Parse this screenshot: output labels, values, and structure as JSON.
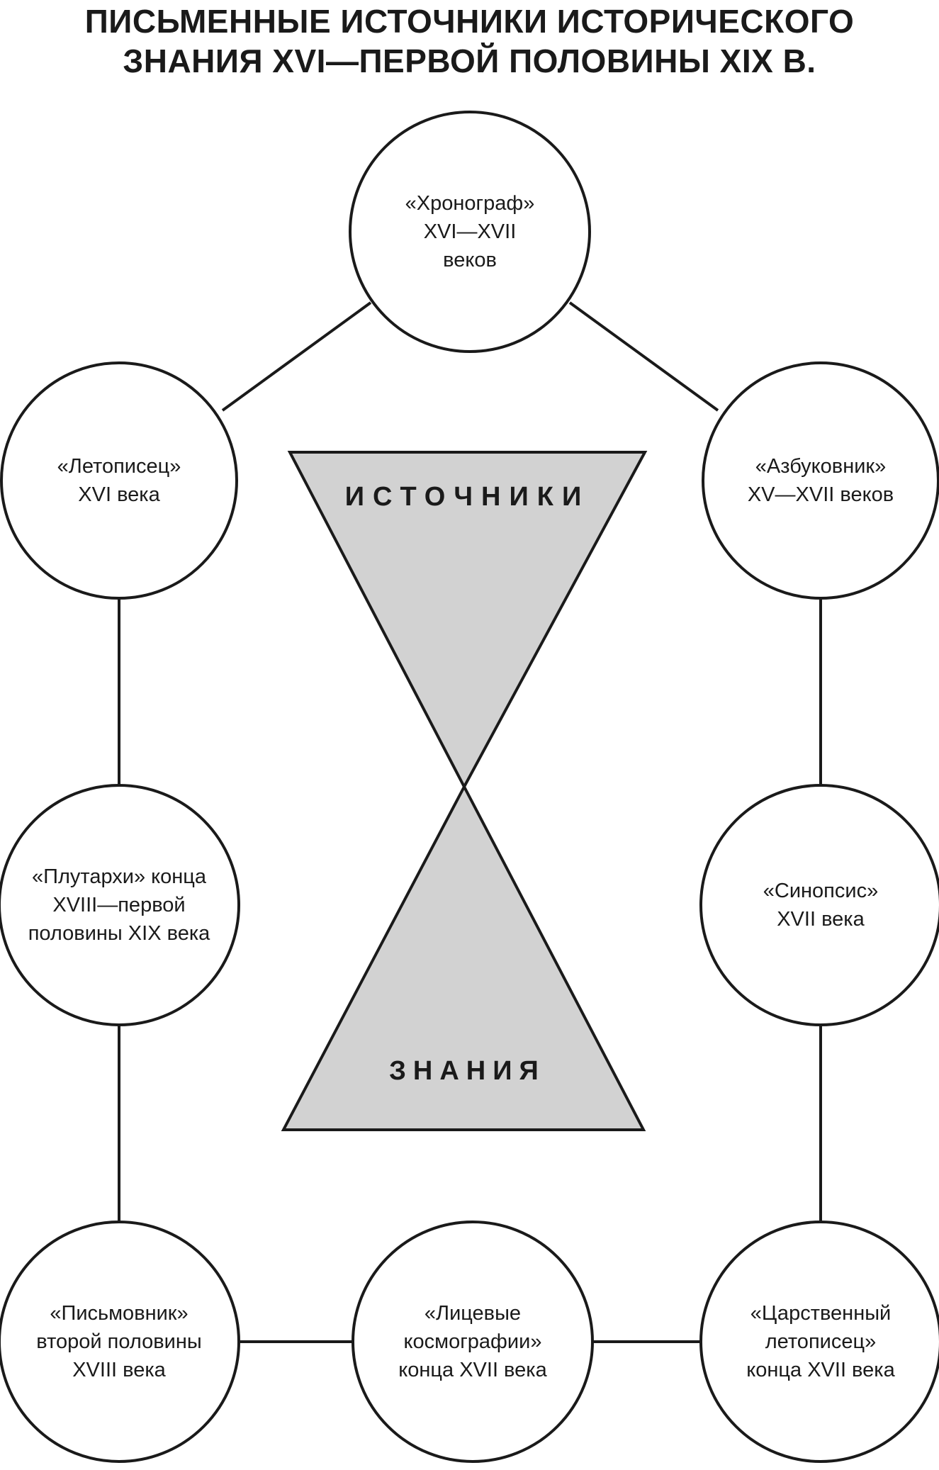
{
  "title": {
    "line1": "ПИСЬМЕННЫЕ ИСТОЧНИКИ ИСТОРИЧЕСКОГО",
    "line2": "ЗНАНИЯ XVI—ПЕРВОЙ ПОЛОВИНЫ XIX В."
  },
  "hourglass": {
    "top_word": "ИСТОЧНИКИ",
    "bottom_word": "ЗНАНИЯ",
    "fill_color": "#d2d2d2"
  },
  "nodes": {
    "chronograph": {
      "lines": [
        "«Хронограф»",
        "XVI—XVII",
        "веков"
      ]
    },
    "letopisets": {
      "lines": [
        "«Летописец»",
        "XVI века"
      ]
    },
    "azbukovnik": {
      "lines": [
        "«Азбуковник»",
        "XV—XVII веков"
      ]
    },
    "plutarchs": {
      "lines": [
        "«Плутархи» конца",
        "XVIII—первой",
        "половины XIX века"
      ]
    },
    "synopsis": {
      "lines": [
        "«Синопсис»",
        "XVII века"
      ]
    },
    "pismovnik": {
      "lines": [
        "«Письмовник»",
        "второй половины",
        "XVIII века"
      ]
    },
    "cosmography": {
      "lines": [
        "«Лицевые",
        "космографии»",
        "конца XVII века"
      ]
    },
    "tsarstvenny": {
      "lines": [
        "«Царственный",
        "летописец»",
        "конца XVII века"
      ]
    }
  }
}
